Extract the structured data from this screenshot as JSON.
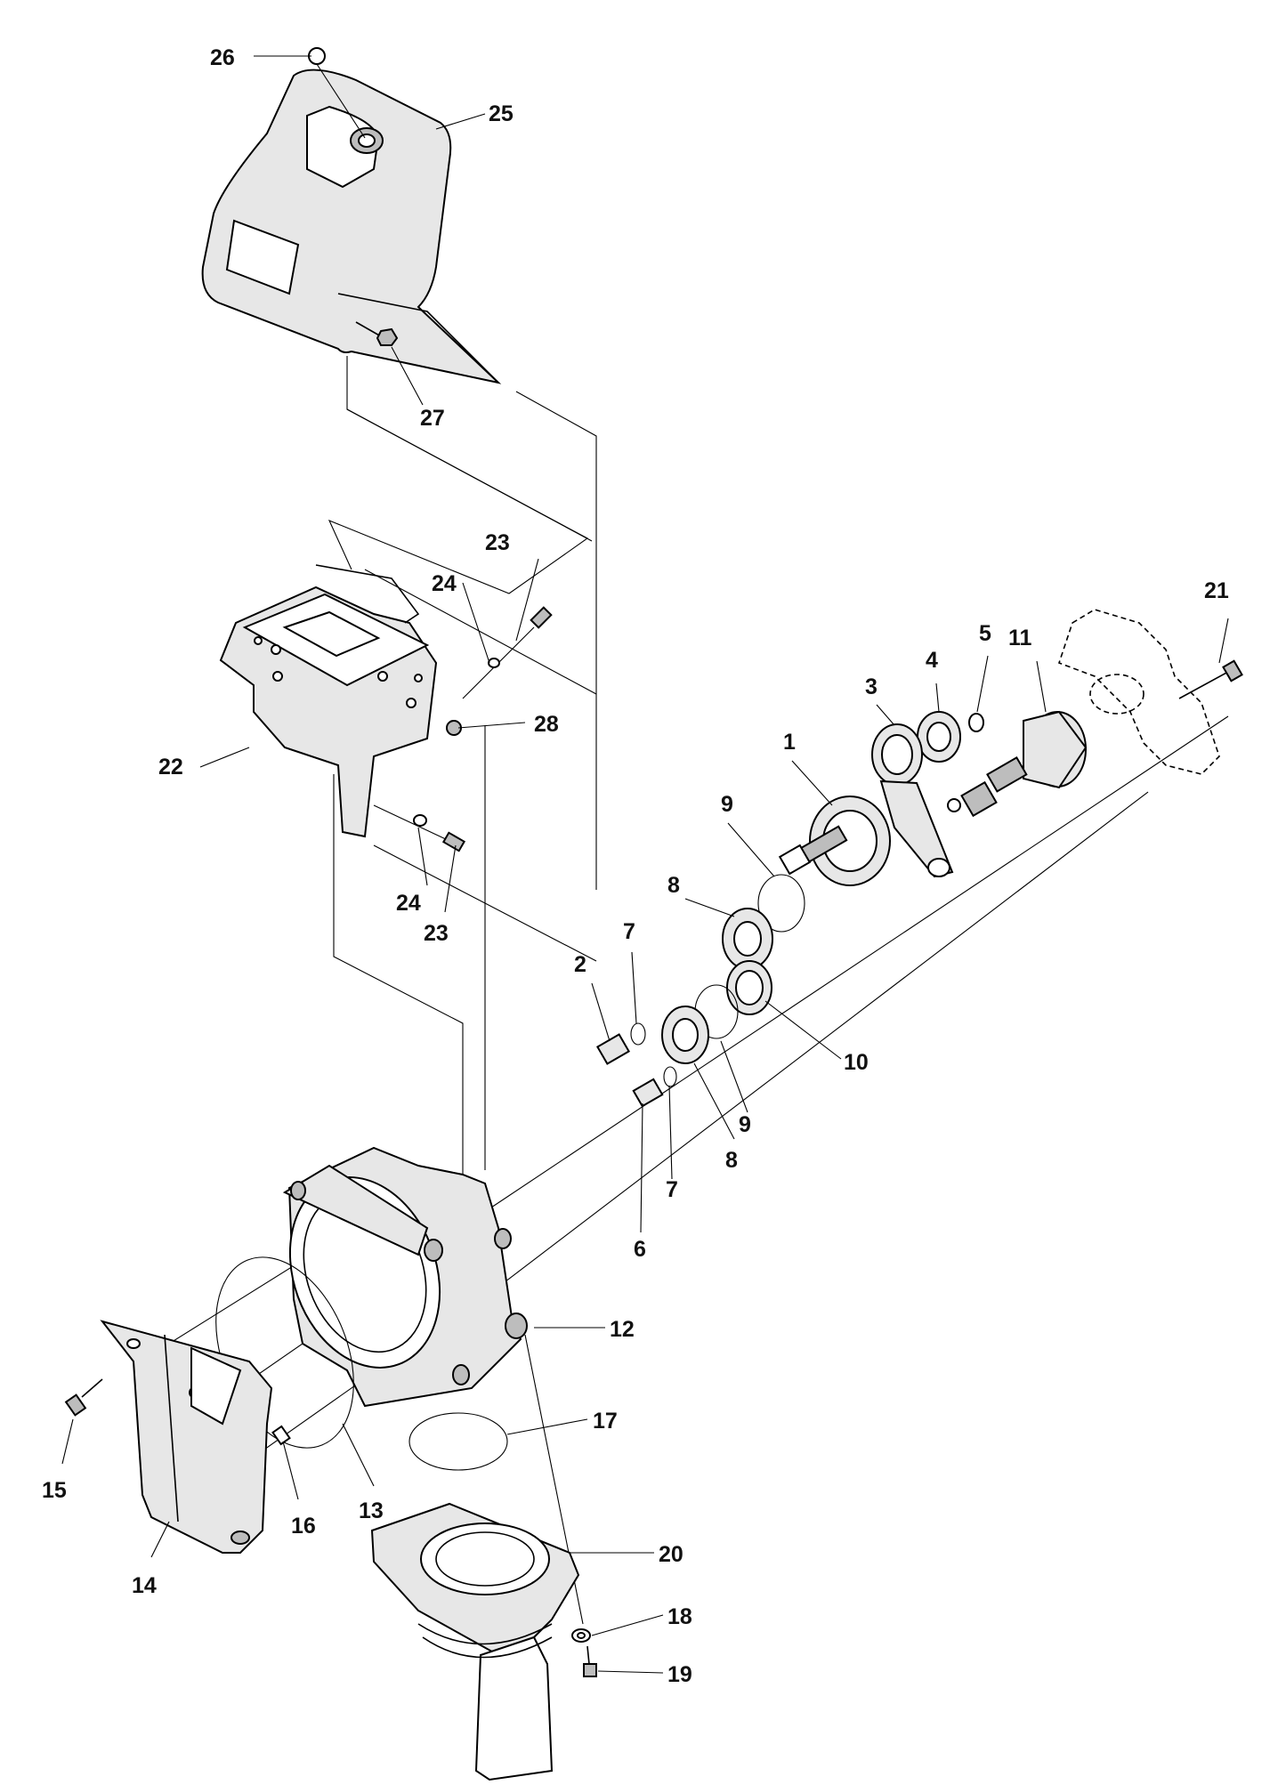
{
  "callouts": [
    {
      "id": "c1",
      "text": "1"
    },
    {
      "id": "c2",
      "text": "2"
    },
    {
      "id": "c3",
      "text": "3"
    },
    {
      "id": "c4",
      "text": "4"
    },
    {
      "id": "c5",
      "text": "5"
    },
    {
      "id": "c6",
      "text": "6"
    },
    {
      "id": "c7a",
      "text": "7"
    },
    {
      "id": "c7b",
      "text": "7"
    },
    {
      "id": "c8a",
      "text": "8"
    },
    {
      "id": "c8b",
      "text": "8"
    },
    {
      "id": "c9a",
      "text": "9"
    },
    {
      "id": "c9b",
      "text": "9"
    },
    {
      "id": "c10",
      "text": "10"
    },
    {
      "id": "c11",
      "text": "11"
    },
    {
      "id": "c12",
      "text": "12"
    },
    {
      "id": "c13",
      "text": "13"
    },
    {
      "id": "c14",
      "text": "14"
    },
    {
      "id": "c15",
      "text": "15"
    },
    {
      "id": "c16",
      "text": "16"
    },
    {
      "id": "c17",
      "text": "17"
    },
    {
      "id": "c18",
      "text": "18"
    },
    {
      "id": "c19",
      "text": "19"
    },
    {
      "id": "c20",
      "text": "20"
    },
    {
      "id": "c21",
      "text": "21"
    },
    {
      "id": "c22",
      "text": "22"
    },
    {
      "id": "c23a",
      "text": "23"
    },
    {
      "id": "c23b",
      "text": "23"
    },
    {
      "id": "c24a",
      "text": "24"
    },
    {
      "id": "c24b",
      "text": "24"
    },
    {
      "id": "c25",
      "text": "25"
    },
    {
      "id": "c26",
      "text": "26"
    },
    {
      "id": "c27",
      "text": "27"
    },
    {
      "id": "c28",
      "text": "28"
    }
  ]
}
